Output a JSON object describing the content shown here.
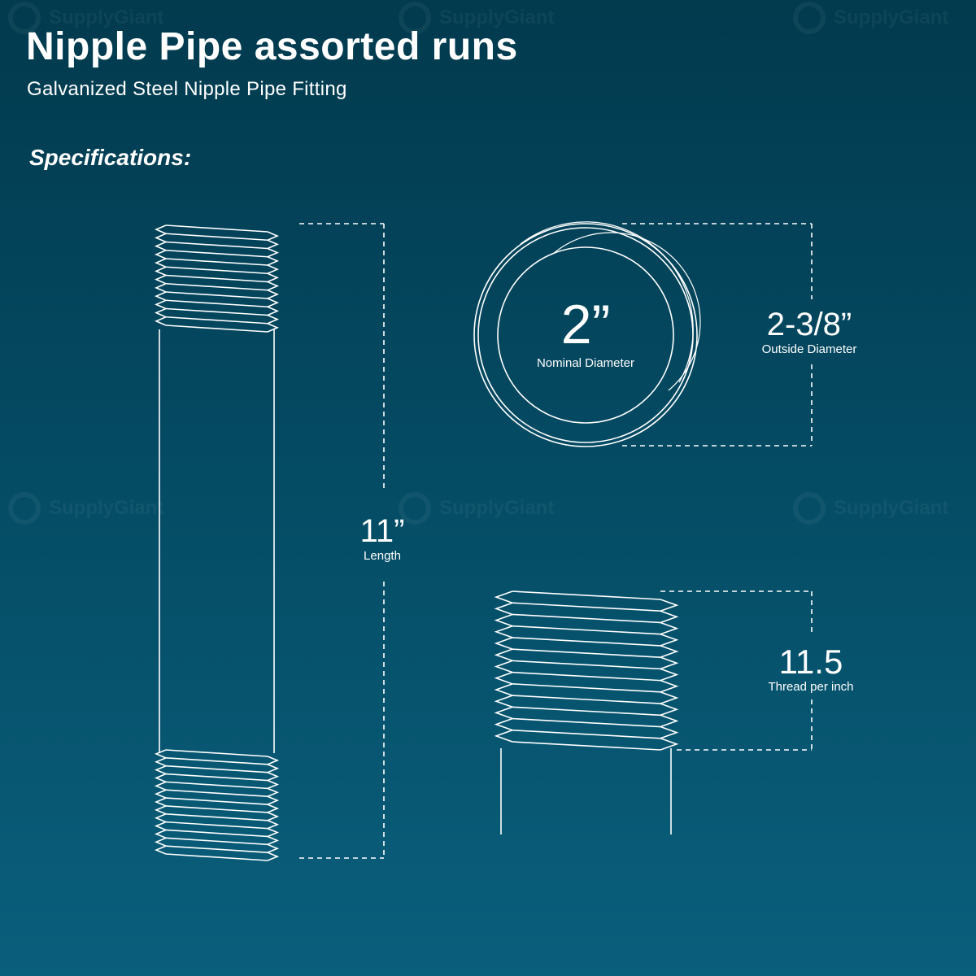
{
  "header": {
    "title": "Nipple Pipe assorted runs",
    "subtitle": "Galvanized Steel Nipple Pipe Fitting"
  },
  "specs_heading": "Specifications:",
  "watermark_text": "SupplyGiant",
  "dimensions": {
    "length": {
      "value": "11”",
      "label": "Length"
    },
    "nominal": {
      "value": "2”",
      "label": "Nominal Diameter"
    },
    "outside": {
      "value": "2-3/8”",
      "label": "Outside Diameter"
    },
    "thread": {
      "value": "11.5",
      "label": "Thread per inch"
    }
  },
  "colors": {
    "background_top": "#023a4e",
    "background_bottom": "#0a5f7c",
    "line": "#ffffff"
  }
}
